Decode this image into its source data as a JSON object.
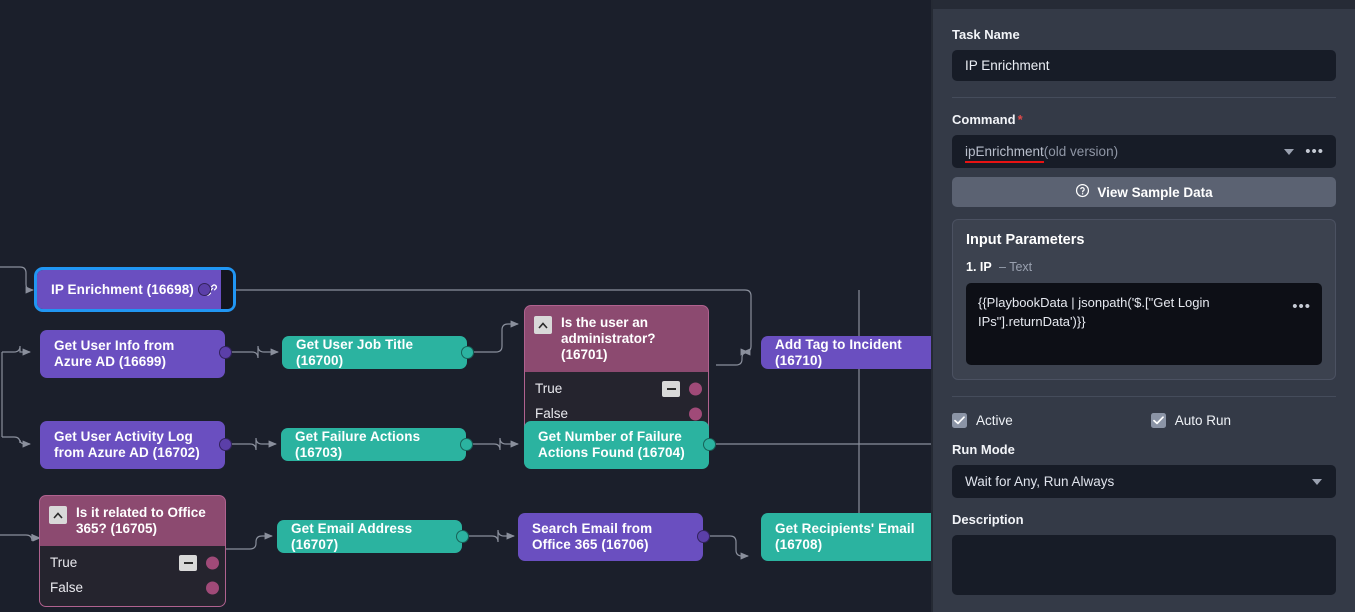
{
  "canvas": {
    "nodes": [
      {
        "id": "n16698",
        "label": "IP Enrichment (16698)",
        "type": "action",
        "color": "purple",
        "selected": true,
        "has_link_icon": true,
        "icon": "link-icon"
      },
      {
        "id": "n16699",
        "label": "Get User Info from Azure AD (16699)",
        "type": "action",
        "color": "purple",
        "selected": false
      },
      {
        "id": "n16700",
        "label": "Get User Job Title (16700)",
        "type": "action",
        "color": "teal",
        "selected": false
      },
      {
        "id": "n16701",
        "label": "Is the user an administrator? (16701)",
        "type": "condition",
        "color": "magenta",
        "branches": [
          "True",
          "False"
        ]
      },
      {
        "id": "n16710",
        "label": "Add Tag to Incident (16710)",
        "type": "action",
        "color": "purple",
        "selected": false
      },
      {
        "id": "n16702",
        "label": "Get User Activity Log from Azure AD (16702)",
        "type": "action",
        "color": "purple",
        "selected": false
      },
      {
        "id": "n16703",
        "label": "Get Failure Actions (16703)",
        "type": "action",
        "color": "teal",
        "selected": false
      },
      {
        "id": "n16704",
        "label": "Get Number of Failure Actions Found (16704)",
        "type": "action",
        "color": "teal",
        "selected": false
      },
      {
        "id": "n16705",
        "label": "Is it related to Office 365? (16705)",
        "type": "condition",
        "color": "magenta",
        "branches": [
          "True",
          "False"
        ]
      },
      {
        "id": "n16707",
        "label": "Get Email Address (16707)",
        "type": "action",
        "color": "teal",
        "selected": false
      },
      {
        "id": "n16706",
        "label": "Search Email from Office 365 (16706)",
        "type": "action",
        "color": "purple",
        "selected": false
      },
      {
        "id": "n16708",
        "label": "Get Recipients' Email (16708)",
        "type": "action",
        "color": "teal",
        "selected": false
      }
    ],
    "colors": {
      "background": "#1b1f2b",
      "action_purple": "#6a4fc0",
      "action_teal": "#2bb3a0",
      "condition_magenta": "#8c4a70",
      "selection_outline": "#2196f3",
      "edge": "#8a8f9c"
    }
  },
  "panel": {
    "task_name": {
      "label": "Task Name",
      "value": "IP Enrichment"
    },
    "command": {
      "label": "Command",
      "required_marker": "*",
      "value": "ipEnrichment",
      "value_suffix": " (old version)",
      "caret": "chevron-down-icon",
      "overflow": "•••",
      "error_underline_color": "#e81313"
    },
    "sample_data_button": {
      "label": "View Sample Data",
      "icon": "question-circle-icon"
    },
    "input_parameters": {
      "title": "Input Parameters",
      "items": [
        {
          "index": "1.",
          "name": "IP",
          "type": "– Text",
          "value": "{{PlaybookData | jsonpath('$.[\"Get Login IPs\"].returnData')}}",
          "overflow": "•••"
        }
      ]
    },
    "active": {
      "label": "Active",
      "checked": true
    },
    "auto_run": {
      "label": "Auto Run",
      "checked": true
    },
    "run_mode": {
      "label": "Run Mode",
      "value": "Wait for Any, Run Always",
      "caret": "chevron-down-icon"
    },
    "description": {
      "label": "Description",
      "value": ""
    }
  }
}
